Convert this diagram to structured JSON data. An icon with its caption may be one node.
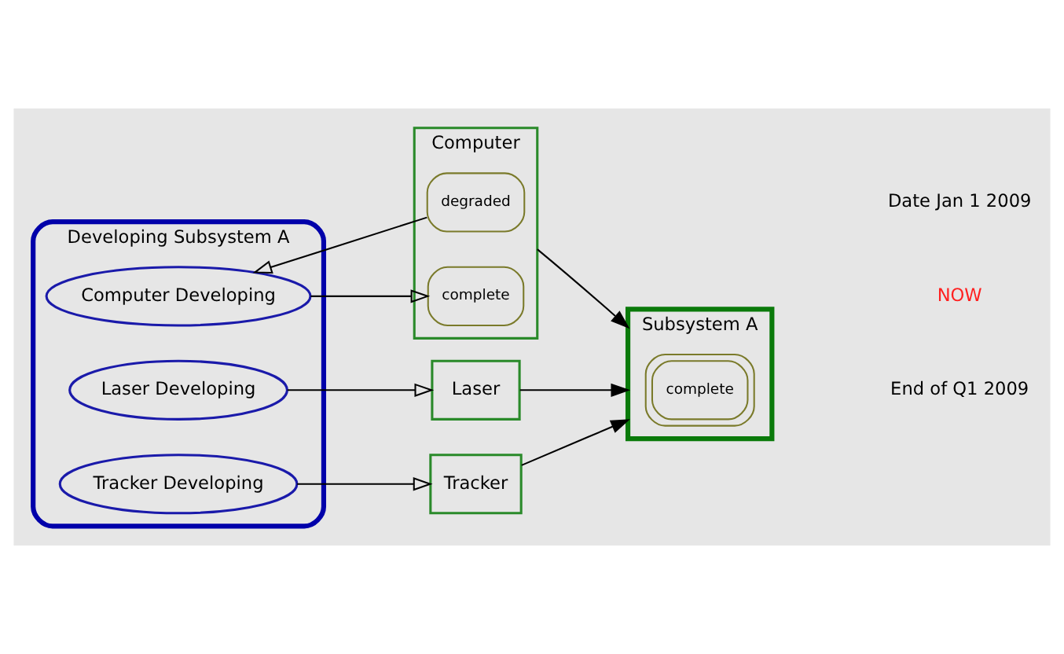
{
  "diagram": {
    "nodes": [
      {
        "text": [
          "Subsystem A"
        ]
      },
      {
        "text": [
          "complete"
        ],
        "in": 0
      },
      {
        "text": [
          "Computer"
        ]
      },
      {
        "text": [
          "degraded"
        ],
        "in": 2
      },
      {
        "text": [
          "complete"
        ],
        "in": 2
      },
      {
        "text": [
          "Laser"
        ]
      },
      {
        "text": [
          "Tracker"
        ]
      },
      {
        "text": [
          "Developing Subsystem A"
        ]
      },
      {
        "text": [
          "Computer Developing"
        ],
        "in": 7
      },
      {
        "text": [
          "Laser Developing"
        ],
        "in": 7
      },
      {
        "text": [
          "Tracker Developing"
        ],
        "in": 7
      }
    ],
    "edges": [
      {
        "from": 2,
        "to": 0,
        "arrow": "to"
      },
      {
        "from": 5,
        "to": 0,
        "arrow": "to"
      },
      {
        "from": 6,
        "to": 0,
        "arrow": "to"
      },
      {
        "from": 3,
        "to": 8,
        "arrow": "to"
      },
      {
        "from": 8,
        "to": 4,
        "arrow": "to"
      },
      {
        "from": 9,
        "to": 5,
        "arrow": "to"
      },
      {
        "from": 10,
        "to": 6,
        "arrow": "to"
      }
    ],
    "labels": [
      "Date Jan 1 2009",
      "NOW",
      "End of Q1 2009"
    ]
  }
}
